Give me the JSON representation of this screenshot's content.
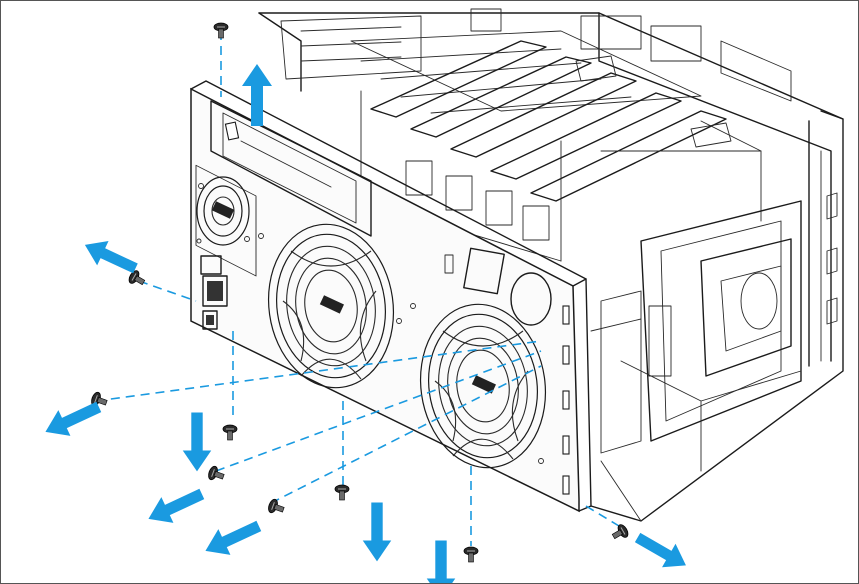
{
  "arrow_color": "#1a9ae0",
  "guide_color": "#1a9ae0",
  "line_color": "#1b1b1b",
  "icons": {
    "arrow_glyph": "removal-arrow",
    "screw_glyph": "screw-icon",
    "fan_glyph": "fan-icon"
  },
  "removal_directions": [
    "up",
    "left",
    "down",
    "right"
  ]
}
